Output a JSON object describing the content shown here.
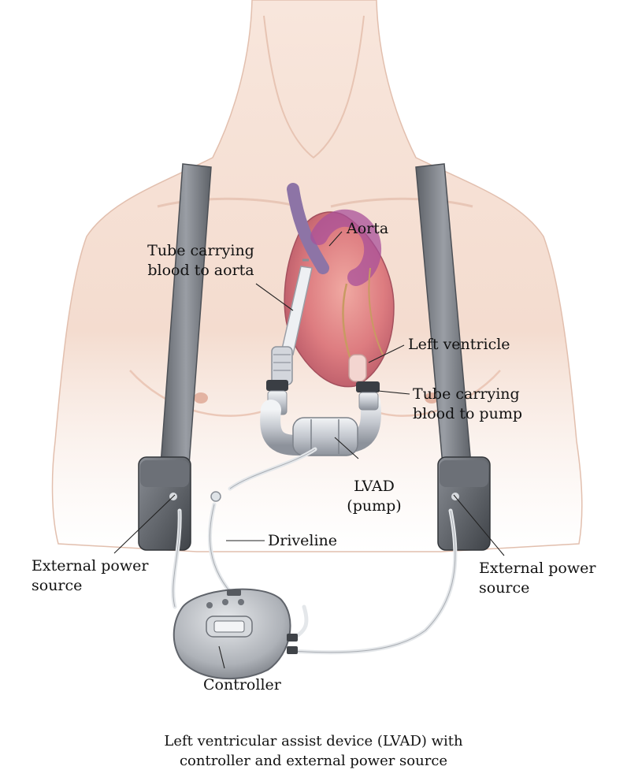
{
  "labels": {
    "aorta": "Aorta",
    "tube_to_aorta_line1": "Tube carrying",
    "tube_to_aorta_line2": "blood to aorta",
    "left_ventricle": "Left ventricle",
    "tube_to_pump_line1": "Tube carrying",
    "tube_to_pump_line2": "blood to pump",
    "lvad_line1": "LVAD",
    "lvad_line2": "(pump)",
    "driveline": "Driveline",
    "power_left_line1": "External power",
    "power_left_line2": "source",
    "power_right_line1": "External power",
    "power_right_line2": "source",
    "controller": "Controller"
  },
  "caption": {
    "line1": "Left ventricular assist device (LVAD) with",
    "line2": "controller and external power source"
  },
  "colors": {
    "skin": "#f6ddd0",
    "skin_shadow": "#e9c2b0",
    "heart": "#d9707a",
    "aorta_purple": "#9c7fb0",
    "device_metal": "#c9ccd2",
    "strap": "#7b7f86",
    "cable": "#dfe3e7"
  }
}
